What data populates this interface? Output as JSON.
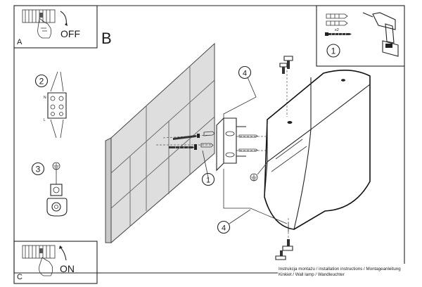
{
  "panels": {
    "a": {
      "letter": "A",
      "state": "OFF"
    },
    "c": {
      "letter": "C",
      "state": "ON"
    },
    "b_letter": "B"
  },
  "steps": {
    "tools": "1",
    "wiring": "2",
    "ground": "3",
    "screw_callout": "1",
    "arm_top": "4",
    "arm_bottom": "4"
  },
  "kit": {
    "quantity": "x2"
  },
  "wiring": {
    "terminal_n": "N",
    "terminal_l": "L"
  },
  "captions": {
    "line1": "Instrukcja montażu / installation instructions / Montageanleitung",
    "line2": "Kinkiet / Wall lamp / Wandleuchter"
  }
}
